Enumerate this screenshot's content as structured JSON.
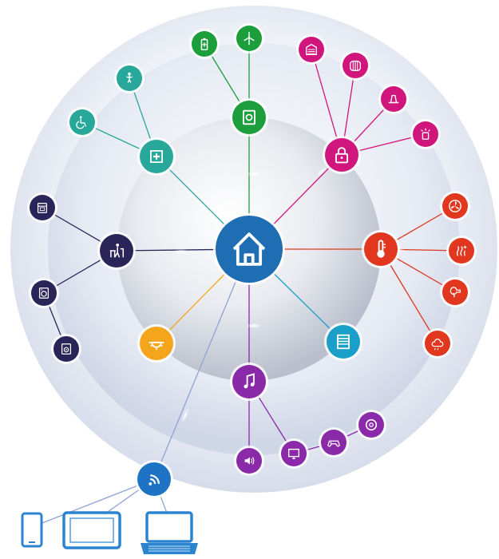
{
  "colors": {
    "hub": "#1f6db3",
    "green": "#1c9e3c",
    "magenta": "#d0157c",
    "red": "#e0371e",
    "cyan": "#1aa0c8",
    "purple": "#8a2aa8",
    "orange": "#f4a51c",
    "teal": "#27a89a",
    "navy": "#2b2459",
    "device_blue": "#2b84d0",
    "wifi_blue": "#1e73c4"
  },
  "hub": {
    "icon": "home-icon"
  },
  "groups": [
    {
      "id": "energy",
      "color_key": "green",
      "icon": "energy-meter-icon",
      "children": [
        "battery-icon",
        "wind-turbine-icon"
      ]
    },
    {
      "id": "security",
      "color_key": "magenta",
      "icon": "padlock-icon",
      "children": [
        "garage-door-icon",
        "shutter-icon",
        "alarm-icon",
        "siren-icon"
      ]
    },
    {
      "id": "climate",
      "color_key": "red",
      "icon": "thermometer-icon",
      "children": [
        "fan-icon",
        "heater-icon",
        "hairdryer-icon",
        "weather-icon"
      ]
    },
    {
      "id": "blinds",
      "color_key": "cyan",
      "icon": "window-blind-icon",
      "children": []
    },
    {
      "id": "entertainment",
      "color_key": "purple",
      "icon": "music-note-icon",
      "children": [
        "speaker-icon",
        "tv-icon",
        "gamepad-icon",
        "disc-icon"
      ]
    },
    {
      "id": "lighting",
      "color_key": "orange",
      "icon": "light-icon",
      "children": []
    },
    {
      "id": "appliances",
      "color_key": "navy",
      "icon": "kitchen-icon",
      "children": [
        "oven-icon",
        "washing-machine-icon",
        "dryer-icon"
      ]
    },
    {
      "id": "health",
      "color_key": "teal",
      "icon": "first-aid-icon",
      "children": [
        "wheelchair-icon",
        "baby-icon"
      ]
    }
  ],
  "network": {
    "icon": "wifi-icon",
    "devices": [
      "smartphone-icon",
      "tablet-icon",
      "laptop-icon"
    ]
  }
}
